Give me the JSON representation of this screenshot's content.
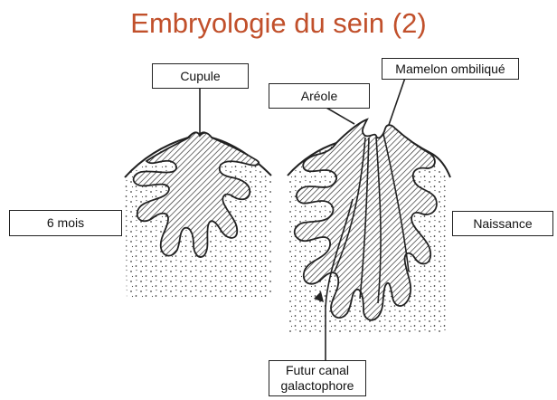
{
  "title": "Embryologie du sein (2)",
  "labels": {
    "cupule": "Cupule",
    "mamelon": "Mamelon ombiliqué",
    "areole": "Aréole",
    "six_mois": "6 mois",
    "naissance": "Naissance",
    "canal_line1": "Futur canal",
    "canal_line2": "galactophore"
  },
  "colors": {
    "title": "#c1502b",
    "ink": "#111111"
  }
}
